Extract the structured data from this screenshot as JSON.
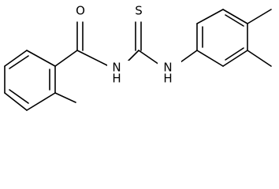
{
  "molecule": {
    "atoms": {
      "O1": "O",
      "N1": "N",
      "N2": "N",
      "S1": "S",
      "H1": "H",
      "H2": "H"
    }
  }
}
